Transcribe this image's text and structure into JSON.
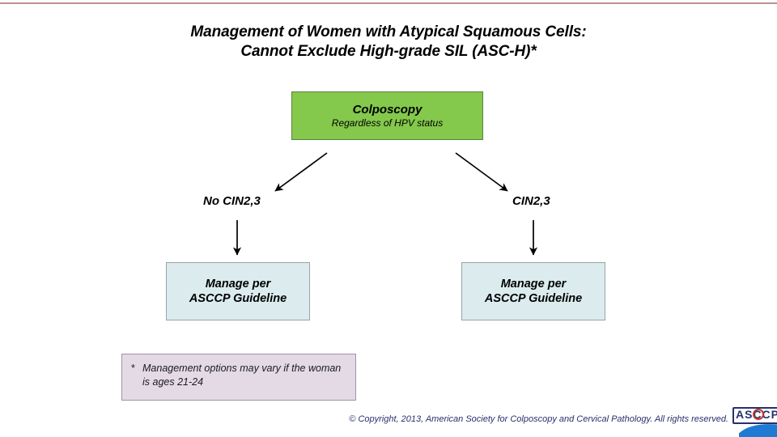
{
  "slide": {
    "title_line1": "Management of Women with Atypical Squamous Cells:",
    "title_line2": "Cannot Exclude High-grade SIL (ASC-H)*",
    "background_color": "#ffffff",
    "top_rule_color": "#c08e8e"
  },
  "nodes": {
    "root": {
      "heading": "Colposcopy",
      "subtext": "Regardless of HPV status",
      "fill_color": "#84c84c",
      "border_color": "#5d7f40"
    },
    "outcome_left": {
      "line1": "Manage per",
      "line2": "ASCCP Guideline",
      "fill_color": "#dcecee",
      "border_color": "#9aa3a6"
    },
    "outcome_right": {
      "line1": "Manage per",
      "line2": "ASCCP Guideline",
      "fill_color": "#dcecee",
      "border_color": "#9aa3a6"
    }
  },
  "branches": {
    "left_label": "No CIN2,3",
    "right_label": "CIN2,3"
  },
  "footnote": {
    "marker": "*",
    "line1": "Management options may vary if the woman",
    "line2": "is ages 21-24",
    "fill_color": "#e3dae6",
    "border_color": "#9f93a6"
  },
  "copyright": {
    "text": "© Copyright, 2013, American Society for Colposcopy and Cervical Pathology. All rights reserved.",
    "color": "#2b2f6b"
  },
  "logo": {
    "letters": "ASCCP",
    "box_color": "#26306e",
    "ring_color": "#c0392b",
    "swoosh_color": "#1f7ad4"
  }
}
